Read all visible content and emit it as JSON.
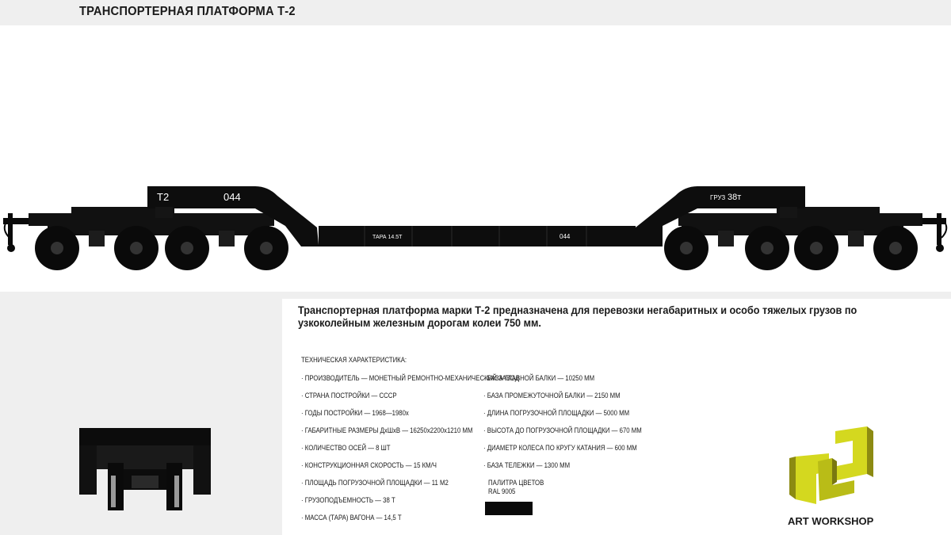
{
  "title": "ТРАНСПОРТЕРНАЯ ПЛАТФОРМА Т-2",
  "wagon_markings": {
    "code": "Т2",
    "number_left": "044",
    "cargo": "ГРУЗ",
    "cargo_value": "38т",
    "tare": "ТАРА 14.5Т",
    "number_center": "044"
  },
  "description": "Транспортерная платформа марки Т-2 предназначена для перевозки негабаритных и особо тяжелых грузов по узкоколейным железным дорогам колеи 750 мм.",
  "specs_heading": "ТЕХНИЧЕСКАЯ ХАРАКТЕРИСТИКА:",
  "specs_left": [
    "· ПРОИЗВОДИТЕЛЬ — МОНЕТНЫЙ РЕМОНТНО-МЕХАНИЧЕСКИЙ ЗАВОД",
    "· СТРАНА ПОСТРОЙКИ — СССР",
    "· ГОДЫ ПОСТРОЙКИ — 1968—1980х",
    "· ГАБАРИТНЫЕ РАЗМЕРЫ ДхШхВ — 16250х2200х1210 ММ",
    "· КОЛИЧЕСТВО ОСЕЙ — 8 ШТ",
    "· КОНСТРУКЦИОННАЯ СКОРОСТЬ — 15 КМ/Ч",
    "· ПЛОЩАДЬ ПОГРУЗОЧНОЙ ПЛОЩАДКИ — 11 М2",
    "· ГРУЗОПОДЪЕМНОСТЬ — 38 Т",
    "· МАССА (ТАРА) ВАГОНА — 14,5 Т"
  ],
  "specs_right": [
    "· БАЗА ГЛАВНОЙ БАЛКИ — 10250 ММ",
    "· БАЗА ПРОМЕЖУТОЧНОЙ БАЛКИ — 2150 ММ",
    "· ДЛИНА ПОГРУЗОЧНОЙ ПЛОЩАДКИ — 5000 ММ",
    "· ВЫСОТА ДО ПОГРУЗОЧНОЙ ПЛОЩАДКИ — 670 ММ",
    "· ДИАМЕТР КОЛЕСА ПО КРУГУ КАТАНИЯ — 600 ММ",
    "· БАЗА ТЕЛЕЖКИ — 1300 ММ"
  ],
  "palette": {
    "label": "ПАЛИТРА ЦВЕТОВ",
    "code": "RAL 9005",
    "color": "#0a0a0a"
  },
  "brand": "ART WORKSHOP",
  "logo_colors": {
    "light": "#d4d81f",
    "dark": "#8c8a12"
  }
}
